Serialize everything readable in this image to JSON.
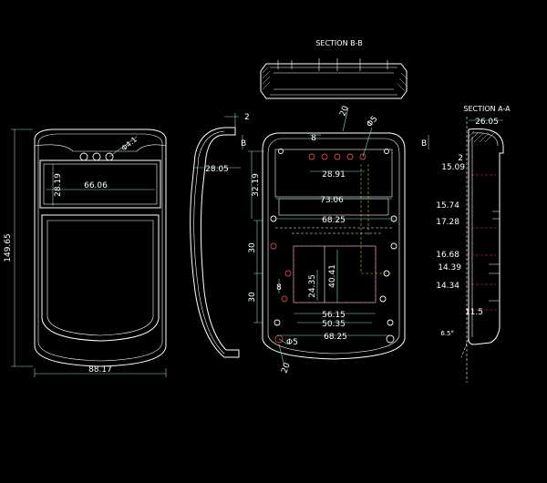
{
  "titles": {
    "section_bb": "SECTION B-B",
    "section_aa": "SECTION A-A",
    "marker_b1": "B",
    "marker_b2": "B"
  },
  "front_view": {
    "height": "149.65",
    "width": "88.17",
    "window_height": "28.19",
    "window_width": "66.06",
    "hole_dia": "Φ4.1"
  },
  "side_view": {
    "thickness": "28.05",
    "lip": "2"
  },
  "back_view": {
    "slot_width": "28.91",
    "pitch_8": "8",
    "top_offset": "32.19",
    "inner_width": "73.06",
    "mount_width_top": "68.25",
    "height_30_a": "30",
    "height_30_b": "30",
    "offset_8": "8",
    "box_height": "24.35",
    "box_width_v": "40.41",
    "span_56": "56.15",
    "span_50": "50.35",
    "mount_width_bottom": "68.25",
    "dia_top": "Φ5",
    "dia_bottom": "Φ5",
    "angle_top": "20",
    "angle_bottom": "20"
  },
  "section_aa": {
    "depth": "26.05",
    "d_2": "2",
    "d_15_09": "15.09",
    "d_15_74": "15.74",
    "d_17_28": "17.28",
    "d_16_68": "16.68",
    "d_14_39": "14.39",
    "d_14_34": "14.34",
    "d_11_5": "11.5",
    "angle": "6.5°"
  }
}
